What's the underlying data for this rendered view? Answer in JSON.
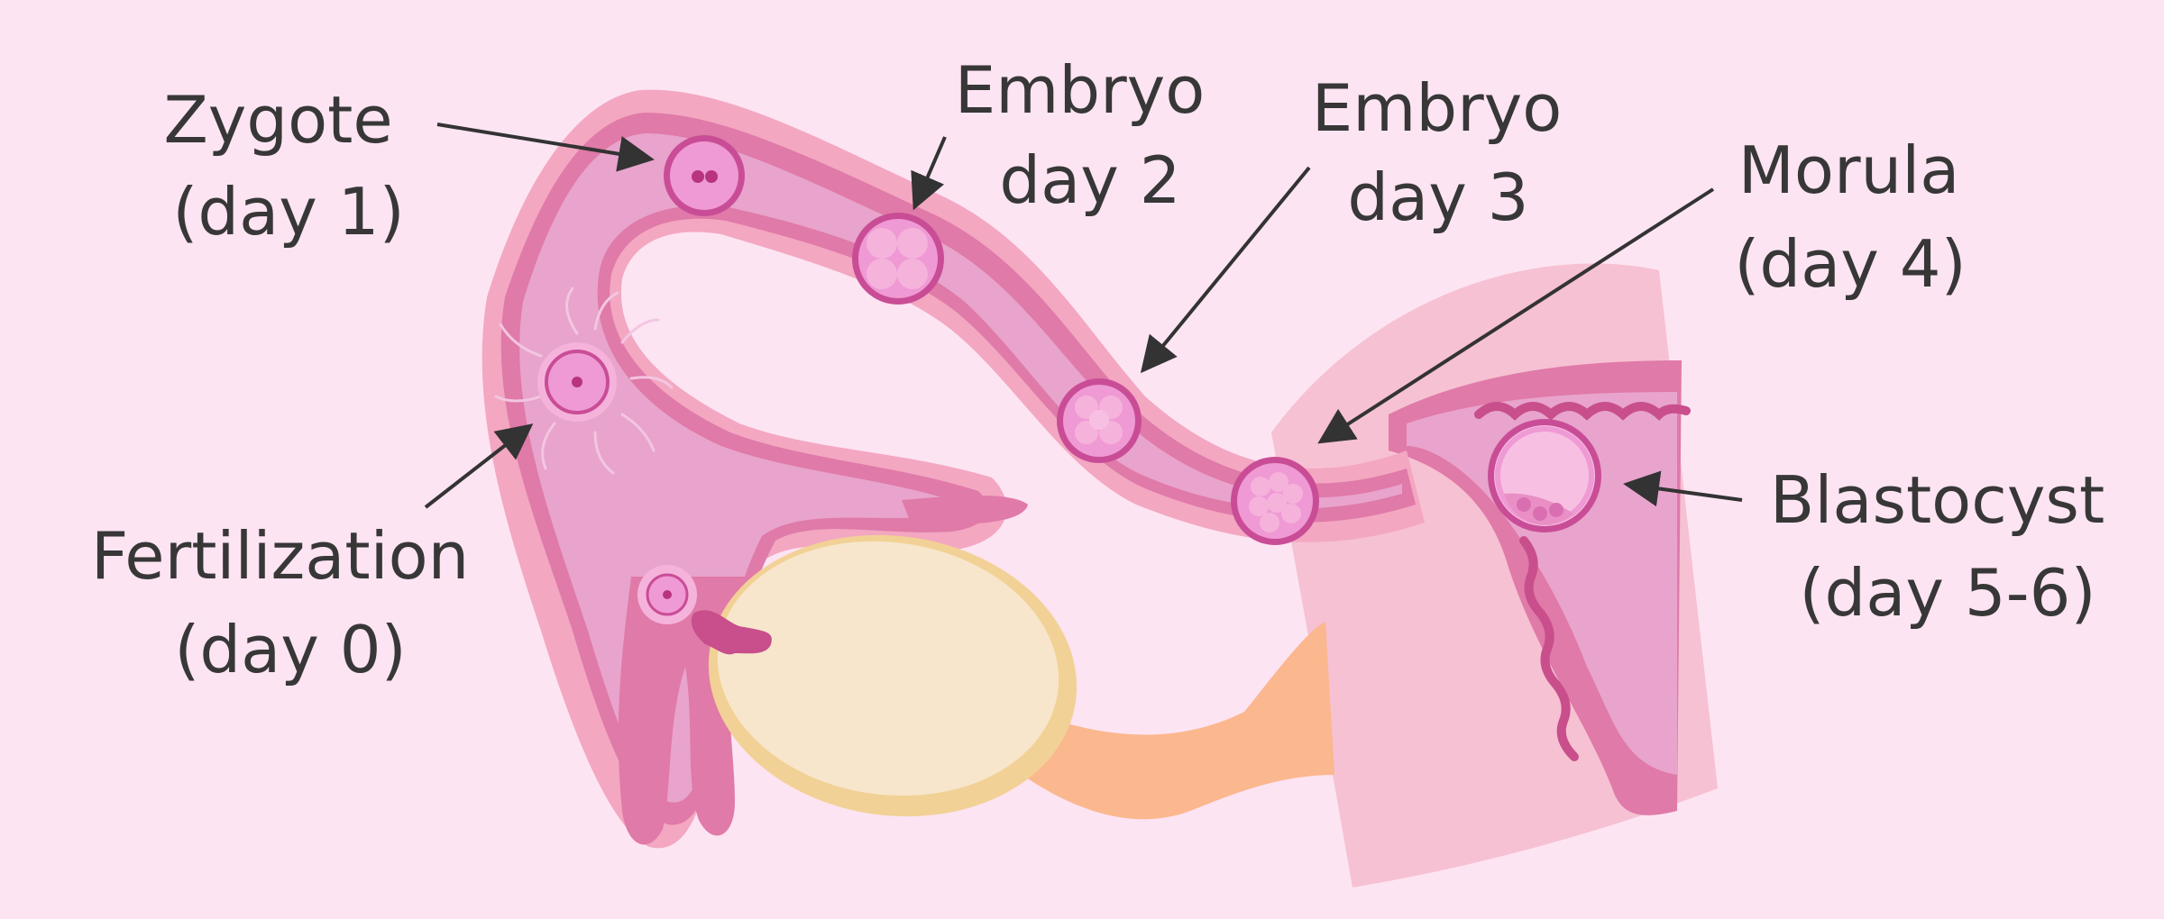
{
  "labels": {
    "zygote": {
      "line1": "Zygote",
      "line2": "(day 1)"
    },
    "embryo_day2": {
      "line1": "Embryo",
      "line2": "day 2"
    },
    "embryo_day3": {
      "line1": "Embryo",
      "line2": "day 3"
    },
    "morula": {
      "line1": "Morula",
      "line2": "(day 4)"
    },
    "fertilization": {
      "line1": "Fertilization",
      "line2": "(day 0)"
    },
    "blastocyst": {
      "line1": "Blastocyst",
      "line2": "(day 5-6)"
    }
  },
  "colors": {
    "background": "#fde4f3",
    "tube_outer": "#f3a7c1",
    "tube_wall": "#e07aa8",
    "tube_inner": "#e8a4cc",
    "uterus_light": "#f6c1d2",
    "ovary_fill": "#f7e6cc",
    "ovary_rim": "#f2d196",
    "ligament": "#fbb78e",
    "cell_rim": "#c94d96",
    "cell_fill": "#ef9ad4",
    "text": "#383737"
  }
}
